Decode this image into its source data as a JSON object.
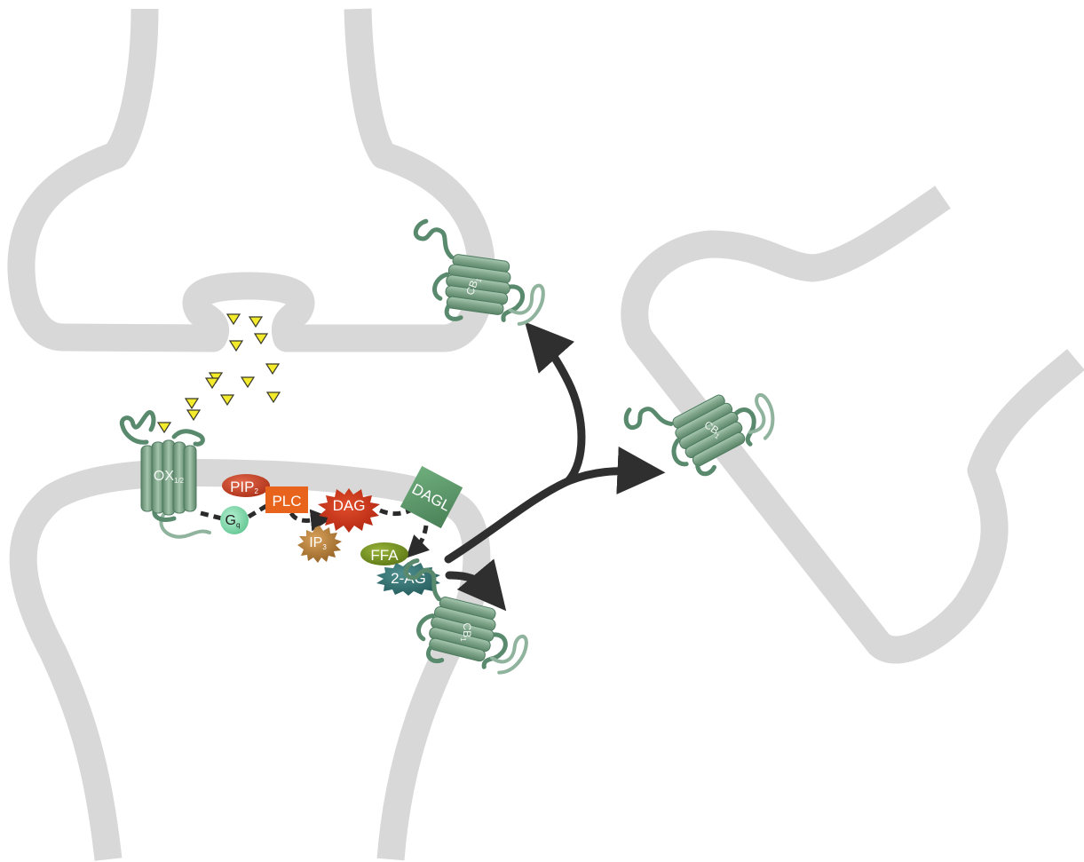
{
  "labels": {
    "ox": "OX",
    "ox_sub": "1/2",
    "pip": "PIP",
    "pip_sub": "2",
    "plc": "PLC",
    "gq": "G",
    "gq_sub": "q",
    "dag": "DAG",
    "ip": "IP",
    "ip_sub": "3",
    "dagl": "DAGL",
    "ffa": "FFA",
    "two_ag": "2-AG",
    "cb": "CB",
    "cb_sub": "1"
  },
  "colors": {
    "membrane": "#d7d8d7",
    "receptor": "#7fa58a",
    "pip": "#c0391b",
    "plc": "#e8641c",
    "gq": "#7fd6a8",
    "dag": "#c52a12",
    "ip": "#b87a2c",
    "dagl": "#5d9a6c",
    "ffa": "#6f8f1f",
    "two_ag": "#2e6e6e",
    "neurotransmitter": "#f3ea2c",
    "arrow": "#2f2f2f"
  }
}
